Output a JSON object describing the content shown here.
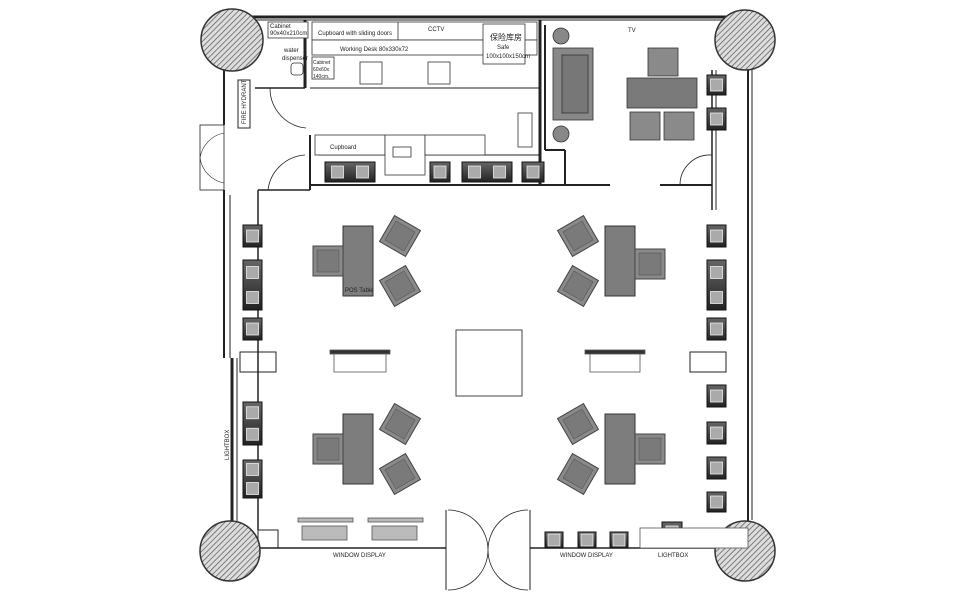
{
  "plan": {
    "labels": {
      "cabinet_top": "Cabinet",
      "cabinet_top_size": "90x40x210cm",
      "cupboard_sliding": "Cupboard with sliding doors",
      "cctv": "CCTV",
      "safe_cn": "保险库房",
      "safe": "Safe",
      "safe_size": "100x100x150cm",
      "water_dispenser_1": "water",
      "water_dispenser_2": "dispenser",
      "cabinet_small_1": "Cabinet",
      "cabinet_small_2": "60x60x",
      "cabinet_small_3": "140cm.",
      "working_desk": "Working Desk 80x330x72",
      "fire_hydrant": "FIRE HYDRANT",
      "cupboard": "Cupboard",
      "tv": "TV",
      "pos_table": "POS Table",
      "lightbox_left": "LIGHTBOX",
      "window_display_left": "WINDOW DISPLAY",
      "window_display_right": "WINDOW DISPLAY",
      "lightbox_right": "LIGHTBOX"
    },
    "colors": {
      "wall": "#222222",
      "furniture": "#7a7a7a",
      "case_dark": "#3a3a3a",
      "column_hatch": "#555555"
    }
  }
}
